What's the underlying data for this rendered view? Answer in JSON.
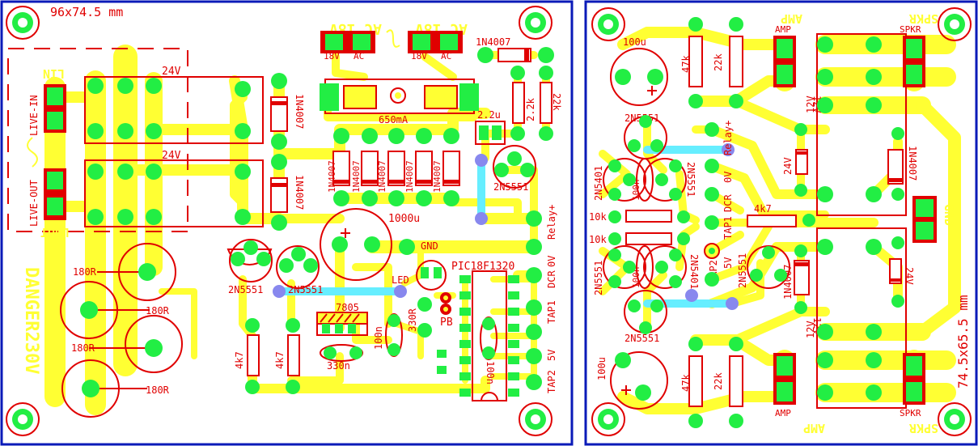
{
  "colors": {
    "background": "#ffffff",
    "frame": "#0a1ab8",
    "track": "#ffff33",
    "pad": "#22ee44",
    "silk": "#e00000",
    "jumper": "#66eeff",
    "via": "#8888ee"
  },
  "left_board": {
    "dimension": "96x74.5 mm",
    "power_label_left": "AC 18V",
    "power_label_right": "AC 18V",
    "terminal_left": [
      "18V",
      "AC"
    ],
    "terminal_right": [
      "18V",
      "AC"
    ],
    "fuse": "650mA",
    "relay_top_voltage": "24V",
    "relay_bottom_voltage": "24V",
    "lin": "LIN",
    "live_in": "LIVE-IN",
    "live_out": "LIVE-OUT",
    "lout": "LOUT",
    "danger": "DANGER230V",
    "r180": [
      "180R",
      "180R",
      "180R",
      "180R"
    ],
    "diode_top": "1N4007",
    "diode_relay1": "1N4007",
    "diode_relay2": "1N4007",
    "rect_diodes": [
      "1N4007",
      "1N4007",
      "1N4007",
      "1N4007",
      "1N4007"
    ],
    "cap_2u2": "2.2u",
    "res_2k2": "2.2k",
    "res_22k": "22k",
    "trans_right": "2N5551",
    "trans_left1": "2N5551",
    "trans_left2": "2N5551",
    "cap_1000u": "1000u",
    "gnd": "GND",
    "mcu": "PIC18F1320",
    "led": "LED",
    "r330": "330R",
    "pb": "PB",
    "reg": "7805",
    "cap_100n_a": "100n",
    "cap_100n_b": "100n",
    "cap_330n": "330n",
    "r4k7_a": "4k7",
    "r4k7_b": "4k7",
    "conn_labels": [
      "Relay+",
      "0V",
      "DCR",
      "TAP1",
      "5V",
      "TAP2"
    ]
  },
  "right_board": {
    "dimension": "74.5x65.5 mm",
    "amp_top_silk": "AMP",
    "amp_top": "AMP",
    "spkr_top_silk": "SPKR",
    "spkr_top": "SPKR",
    "amp_bottom": "AMP",
    "amp_bottom_silk": "AMP",
    "spkr_bottom": "SPKR",
    "spkr_bottom_silk": "SPKR",
    "gnd": "GND",
    "cap_top": "100u",
    "cap_bottom": "100u",
    "r47k_top": "47k",
    "r22k_top": "22k",
    "r47k_bottom": "47k",
    "r22k_bottom": "22k",
    "relay_v1": "12V",
    "relay_v2": "12V",
    "relay_v3": "12V",
    "relay_v4": "12V",
    "diode_top": "1N4007",
    "diode_mid": "1N4007",
    "zener_top": "24V",
    "zener_bottom": "24V",
    "r4k7": "4k7",
    "r10k_a": "10k",
    "r10k_b": "10k",
    "t_top": "2N5551",
    "t_left_a": "2N5401",
    "t_mid_a": "2N5551",
    "t_left_b": "2N5551",
    "t_mid_b": "2N5401",
    "t_bottom": "2N5551",
    "t_right": "2N5551",
    "cap_100n_a": "100n",
    "cap_100n_b": "100n",
    "conn": [
      "Relay+",
      "0V",
      "DCR",
      "TAP1",
      "TAP2",
      "5V"
    ]
  }
}
